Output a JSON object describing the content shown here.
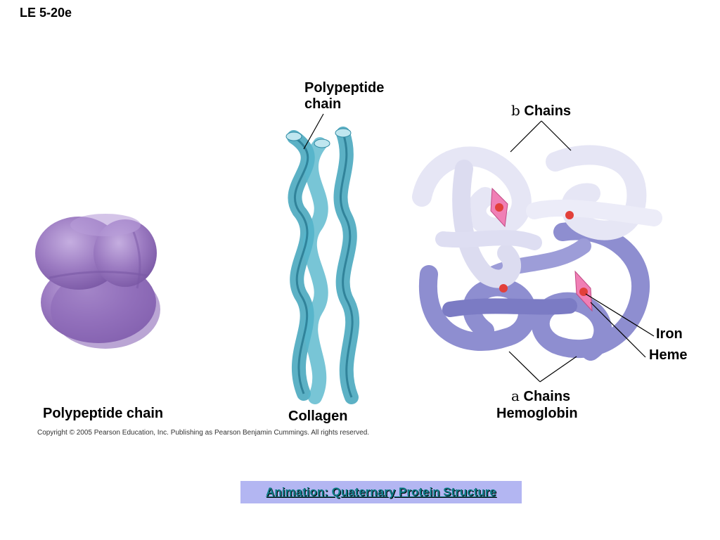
{
  "slide_label": "LE 5-20e",
  "figure": {
    "polypeptide_top_label": "Polypeptide\nchain",
    "beta_symbol": "b",
    "beta_text": "Chains",
    "iron_label": "Iron",
    "heme_label": "Heme",
    "alpha_symbol": "a",
    "alpha_text": "Chains",
    "hemoglobin_label": "Hemoglobin",
    "polypeptide_bottom_label": "Polypeptide chain",
    "collagen_label": "Collagen"
  },
  "copyright": "Copyright ©  2005 Pearson Education, Inc. Publishing as Pearson Benjamin Cummings. All rights reserved.",
  "animation_link": "Animation: Quaternary Protein Structure",
  "colors": {
    "globular_protein": "#9b7ac1",
    "collagen": "#3fa3bb",
    "beta_chain": "#e6e6f5",
    "alpha_chain": "#8e8ed0",
    "heme": "#f07fb5",
    "iron": "#e2403a",
    "link_box": "#b3b6f2",
    "link_text": "#0e7c86"
  }
}
